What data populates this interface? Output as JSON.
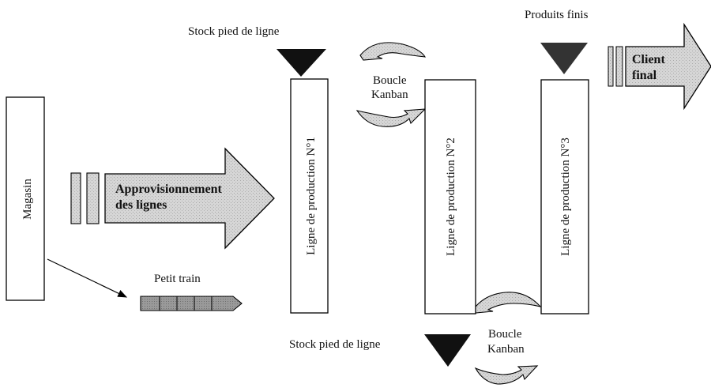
{
  "diagram": {
    "magasin": "Magasin",
    "line1": "Ligne de production N°1",
    "line2": "Ligne de production N°2",
    "line3": "Ligne de production N°3",
    "stock_top": "Stock pied de  ligne",
    "stock_bottom": "Stock pied de  ligne",
    "produits_finis": "Produits finis",
    "boucle_top": [
      "Boucle",
      "Kanban"
    ],
    "boucle_bottom": [
      "Boucle",
      "Kanban"
    ],
    "approvisionnement": [
      "Approvisionnement",
      "des lignes"
    ],
    "client": [
      "Client",
      "final"
    ],
    "petit_train": "Petit train"
  },
  "colors": {
    "arrow_fill": "#d4d4d4",
    "triangle": "#111111",
    "triangle_finis": "#333333",
    "train": "#9a9a9a"
  }
}
